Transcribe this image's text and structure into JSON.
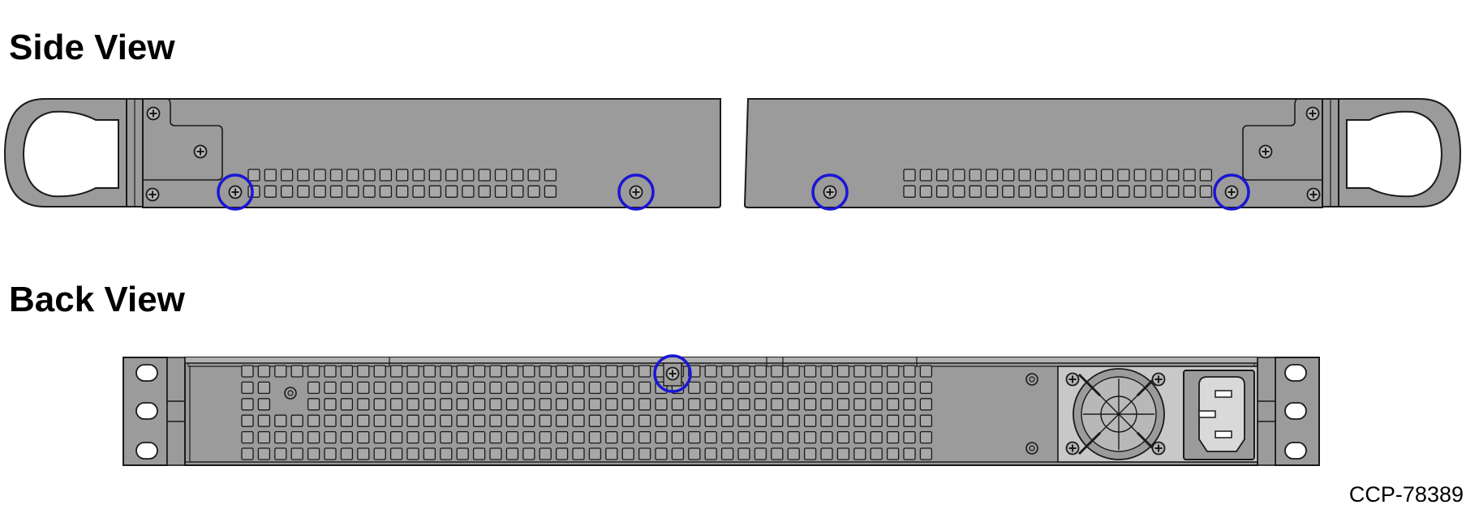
{
  "headings": {
    "side_view": "Side View",
    "back_view": "Back View"
  },
  "figure_code": "CCP-78389",
  "colors": {
    "chassis_fill": "#9b9b9b",
    "outline": "#1a1a1a",
    "highlight_ring": "#1a16d4",
    "panel_light": "#c8c8c8"
  },
  "icons": {
    "screw": "phillips-screw-icon",
    "highlight": "blue-circle-highlight"
  }
}
